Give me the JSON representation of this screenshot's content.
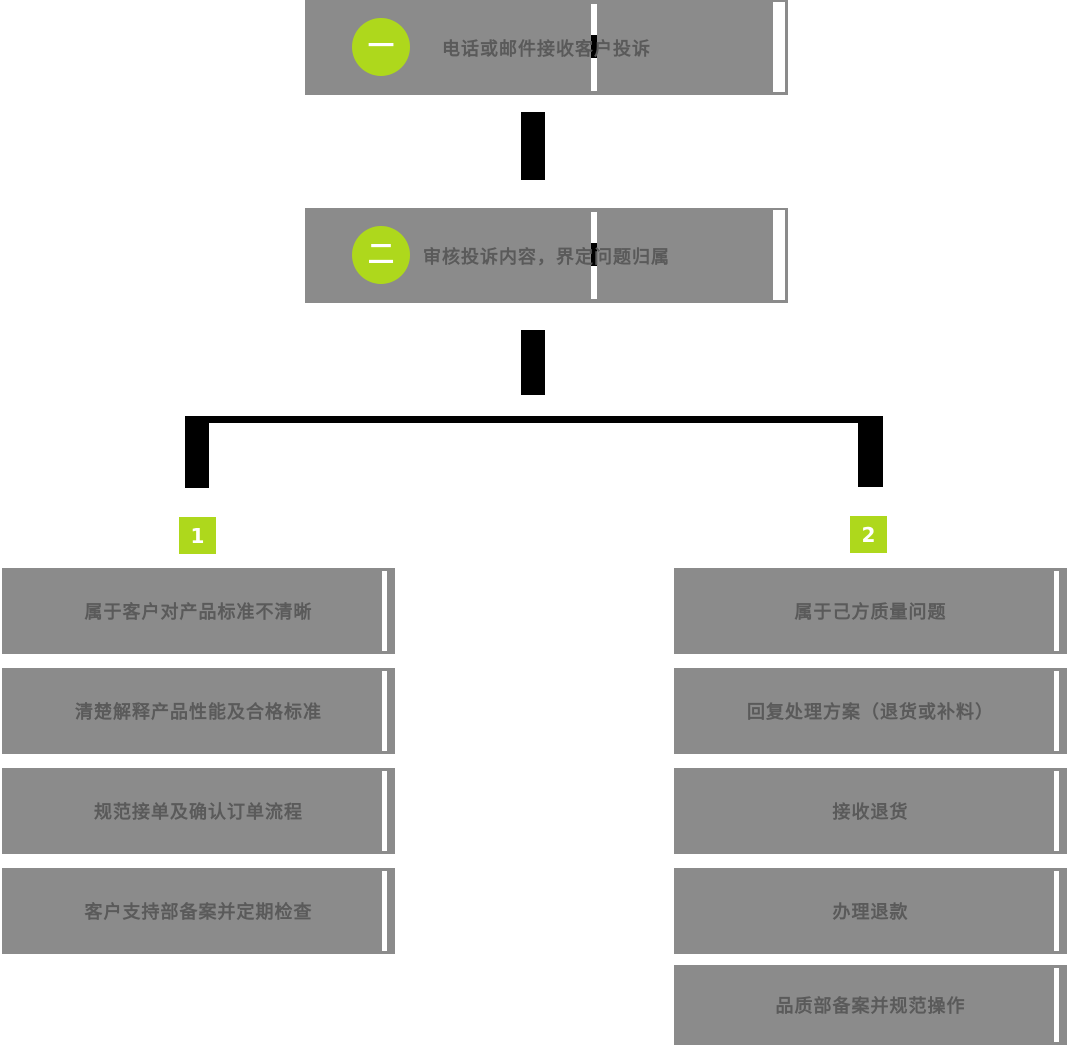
{
  "palette": {
    "box_gray": "#8b8b8b",
    "label_gray": "#5a5a5a",
    "accent_green": "#aed81c",
    "connector_black": "#000000"
  },
  "flow": {
    "step1": {
      "badge": "一",
      "label": "电话或邮件接收客户投诉"
    },
    "step2": {
      "badge": "二",
      "label": "审核投诉内容，界定问题归属"
    },
    "branch_left": {
      "badge": "1",
      "items": [
        "属于客户对产品标准不清晰",
        "清楚解释产品性能及合格标准",
        "规范接单及确认订单流程",
        "客户支持部备案并定期检查"
      ]
    },
    "branch_right": {
      "badge": "2",
      "items": [
        "属于己方质量问题",
        "回复处理方案（退货或补料）",
        "接收退货",
        "办理退款",
        "品质部备案并规范操作"
      ]
    }
  }
}
